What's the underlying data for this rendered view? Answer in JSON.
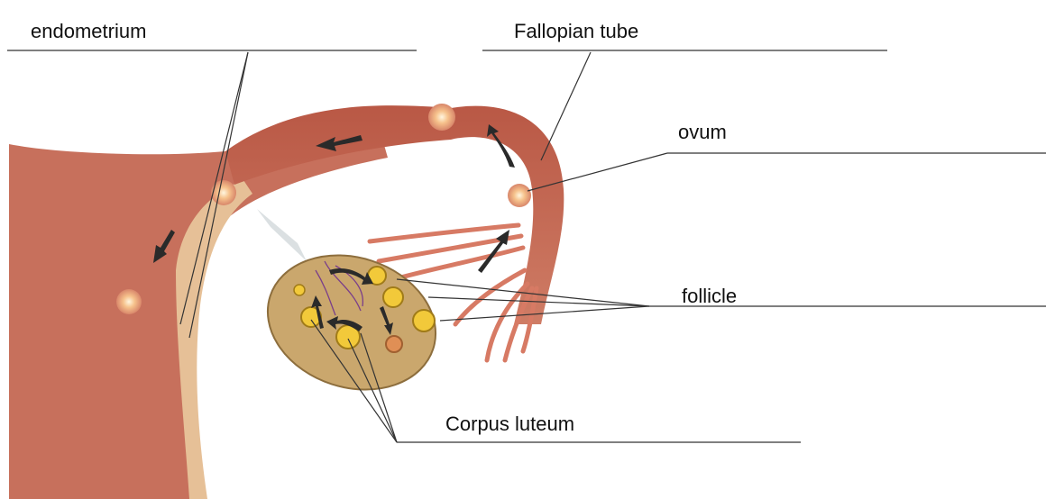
{
  "labels": {
    "endometrium": "endometrium",
    "fallopian_tube": "Fallopian tube",
    "ovum": "ovum",
    "follicle": "follicle",
    "corpus_luteum": "Corpus luteum"
  },
  "colors": {
    "uterus_wall": "#c9705c",
    "uterus_dark": "#a9473a",
    "lining": "#e5bf95",
    "ovary": "#c7a56c",
    "follicle": "#f2c93a",
    "arrow": "#2a2a2a",
    "line": "#333333"
  }
}
